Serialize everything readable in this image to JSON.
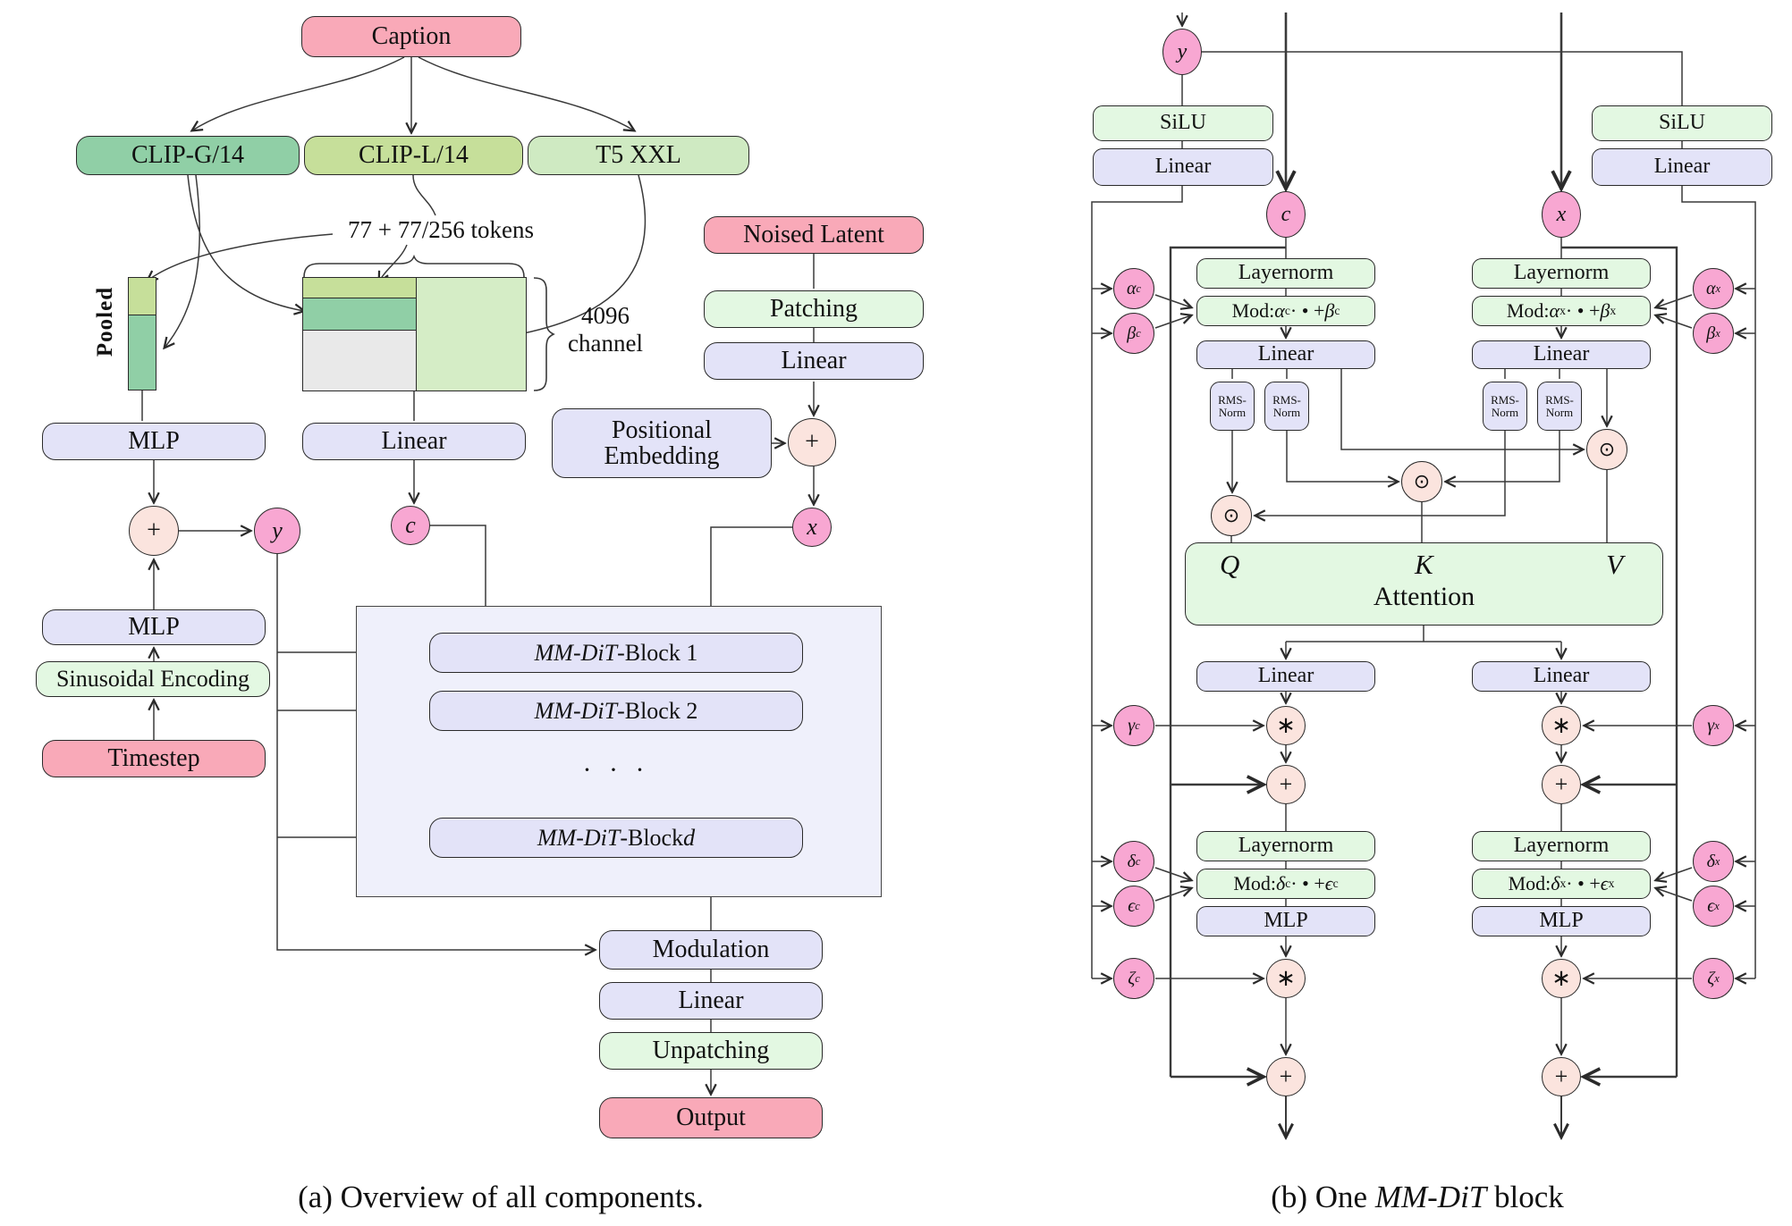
{
  "figure": {
    "caption_a": "(a) Overview of all components.",
    "caption_b_pre": "(b) One ",
    "caption_b_em": "MM-DiT",
    "caption_b_post": " block"
  },
  "colors": {
    "pink_box": "#F9A9B8",
    "green_medium": "#90CFA6",
    "green_yellow": "#C6DF9A",
    "green_light": "#CFEAC2",
    "green_pale": "#E3F8E2",
    "purple_box": "#E3E3F8",
    "container": "#EFF0FB",
    "pink_node": "#F8A7D2",
    "op_node": "#FBE4DE",
    "gray_cell": "#E9E9E9"
  },
  "a": {
    "caption": "Caption",
    "clip_g": "CLIP-G/14",
    "clip_l": "CLIP-L/14",
    "t5": "T5 XXL",
    "tokens": "77 + 77/256 tokens",
    "pooled": "Pooled",
    "ch1": "4096",
    "ch2": "channel",
    "mlp": "MLP",
    "linear": "Linear",
    "mlp2": "MLP",
    "sinusoidal": "Sinusoidal Encoding",
    "timestep": "Timestep",
    "noised": "Noised Latent",
    "patching": "Patching",
    "linear_x": "Linear",
    "pos1": "Positional",
    "pos2": "Embedding",
    "block_em": "MM-DiT",
    "block1_rest": "-Block 1",
    "block2_rest": "-Block 2",
    "blockd_rest": "-Block ",
    "blockd_var": "d",
    "dots": "· · ·",
    "modulation": "Modulation",
    "linear_out": "Linear",
    "unpatching": "Unpatching",
    "output": "Output",
    "plus": "+",
    "y": "y",
    "c": "c",
    "x": "x"
  },
  "b": {
    "silu": "SiLU",
    "linear": "Linear",
    "layernorm": "Layernorm",
    "mod_prefix": "Mod: ",
    "mod_mid": " · • + ",
    "rms1": "RMS-",
    "rms2": "Norm",
    "attention": "Attention",
    "q": "Q",
    "k": "K",
    "v": "V",
    "mlp": "MLP",
    "plus": "+",
    "ast": "∗",
    "odot": "⊙",
    "y": "y",
    "c": "c",
    "x": "x",
    "alpha": "α",
    "beta": "β",
    "gamma": "γ",
    "delta": "δ",
    "epsilon": "ϵ",
    "zeta": "ζ",
    "sub_c": "c",
    "sub_x": "x"
  }
}
